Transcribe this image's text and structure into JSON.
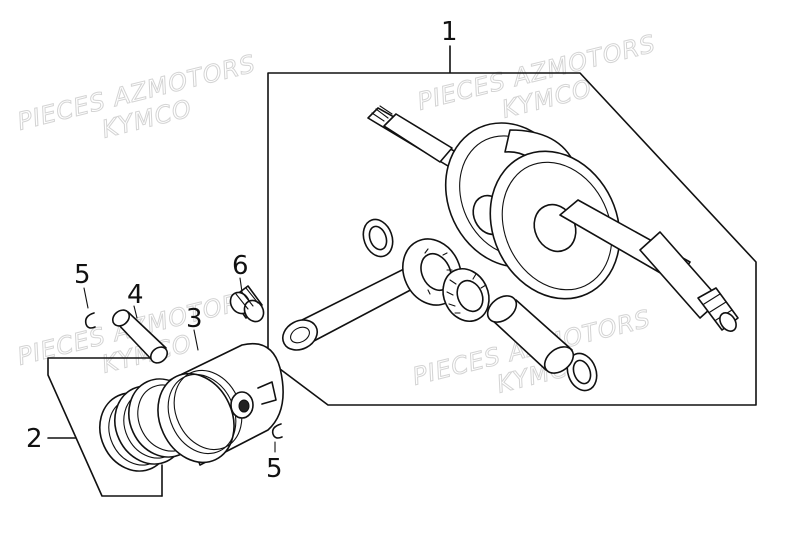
{
  "watermarks": [
    {
      "line1": "PIECES AZMOTORS",
      "line2": "KYMCO"
    },
    {
      "line1": "PIECES AZMOTORS",
      "line2": "KYMCO"
    },
    {
      "line1": "PIECES AZMOTORS",
      "line2": "KYMCO"
    },
    {
      "line1": "PIECES AZMOTORS",
      "line2": "KYMCO"
    }
  ],
  "callouts": {
    "crankshaft": "1",
    "piston_rings": "2",
    "piston": "3",
    "piston_pin": "4",
    "clip_top": "5",
    "clip_bottom": "5",
    "needle_bearing": "6"
  }
}
